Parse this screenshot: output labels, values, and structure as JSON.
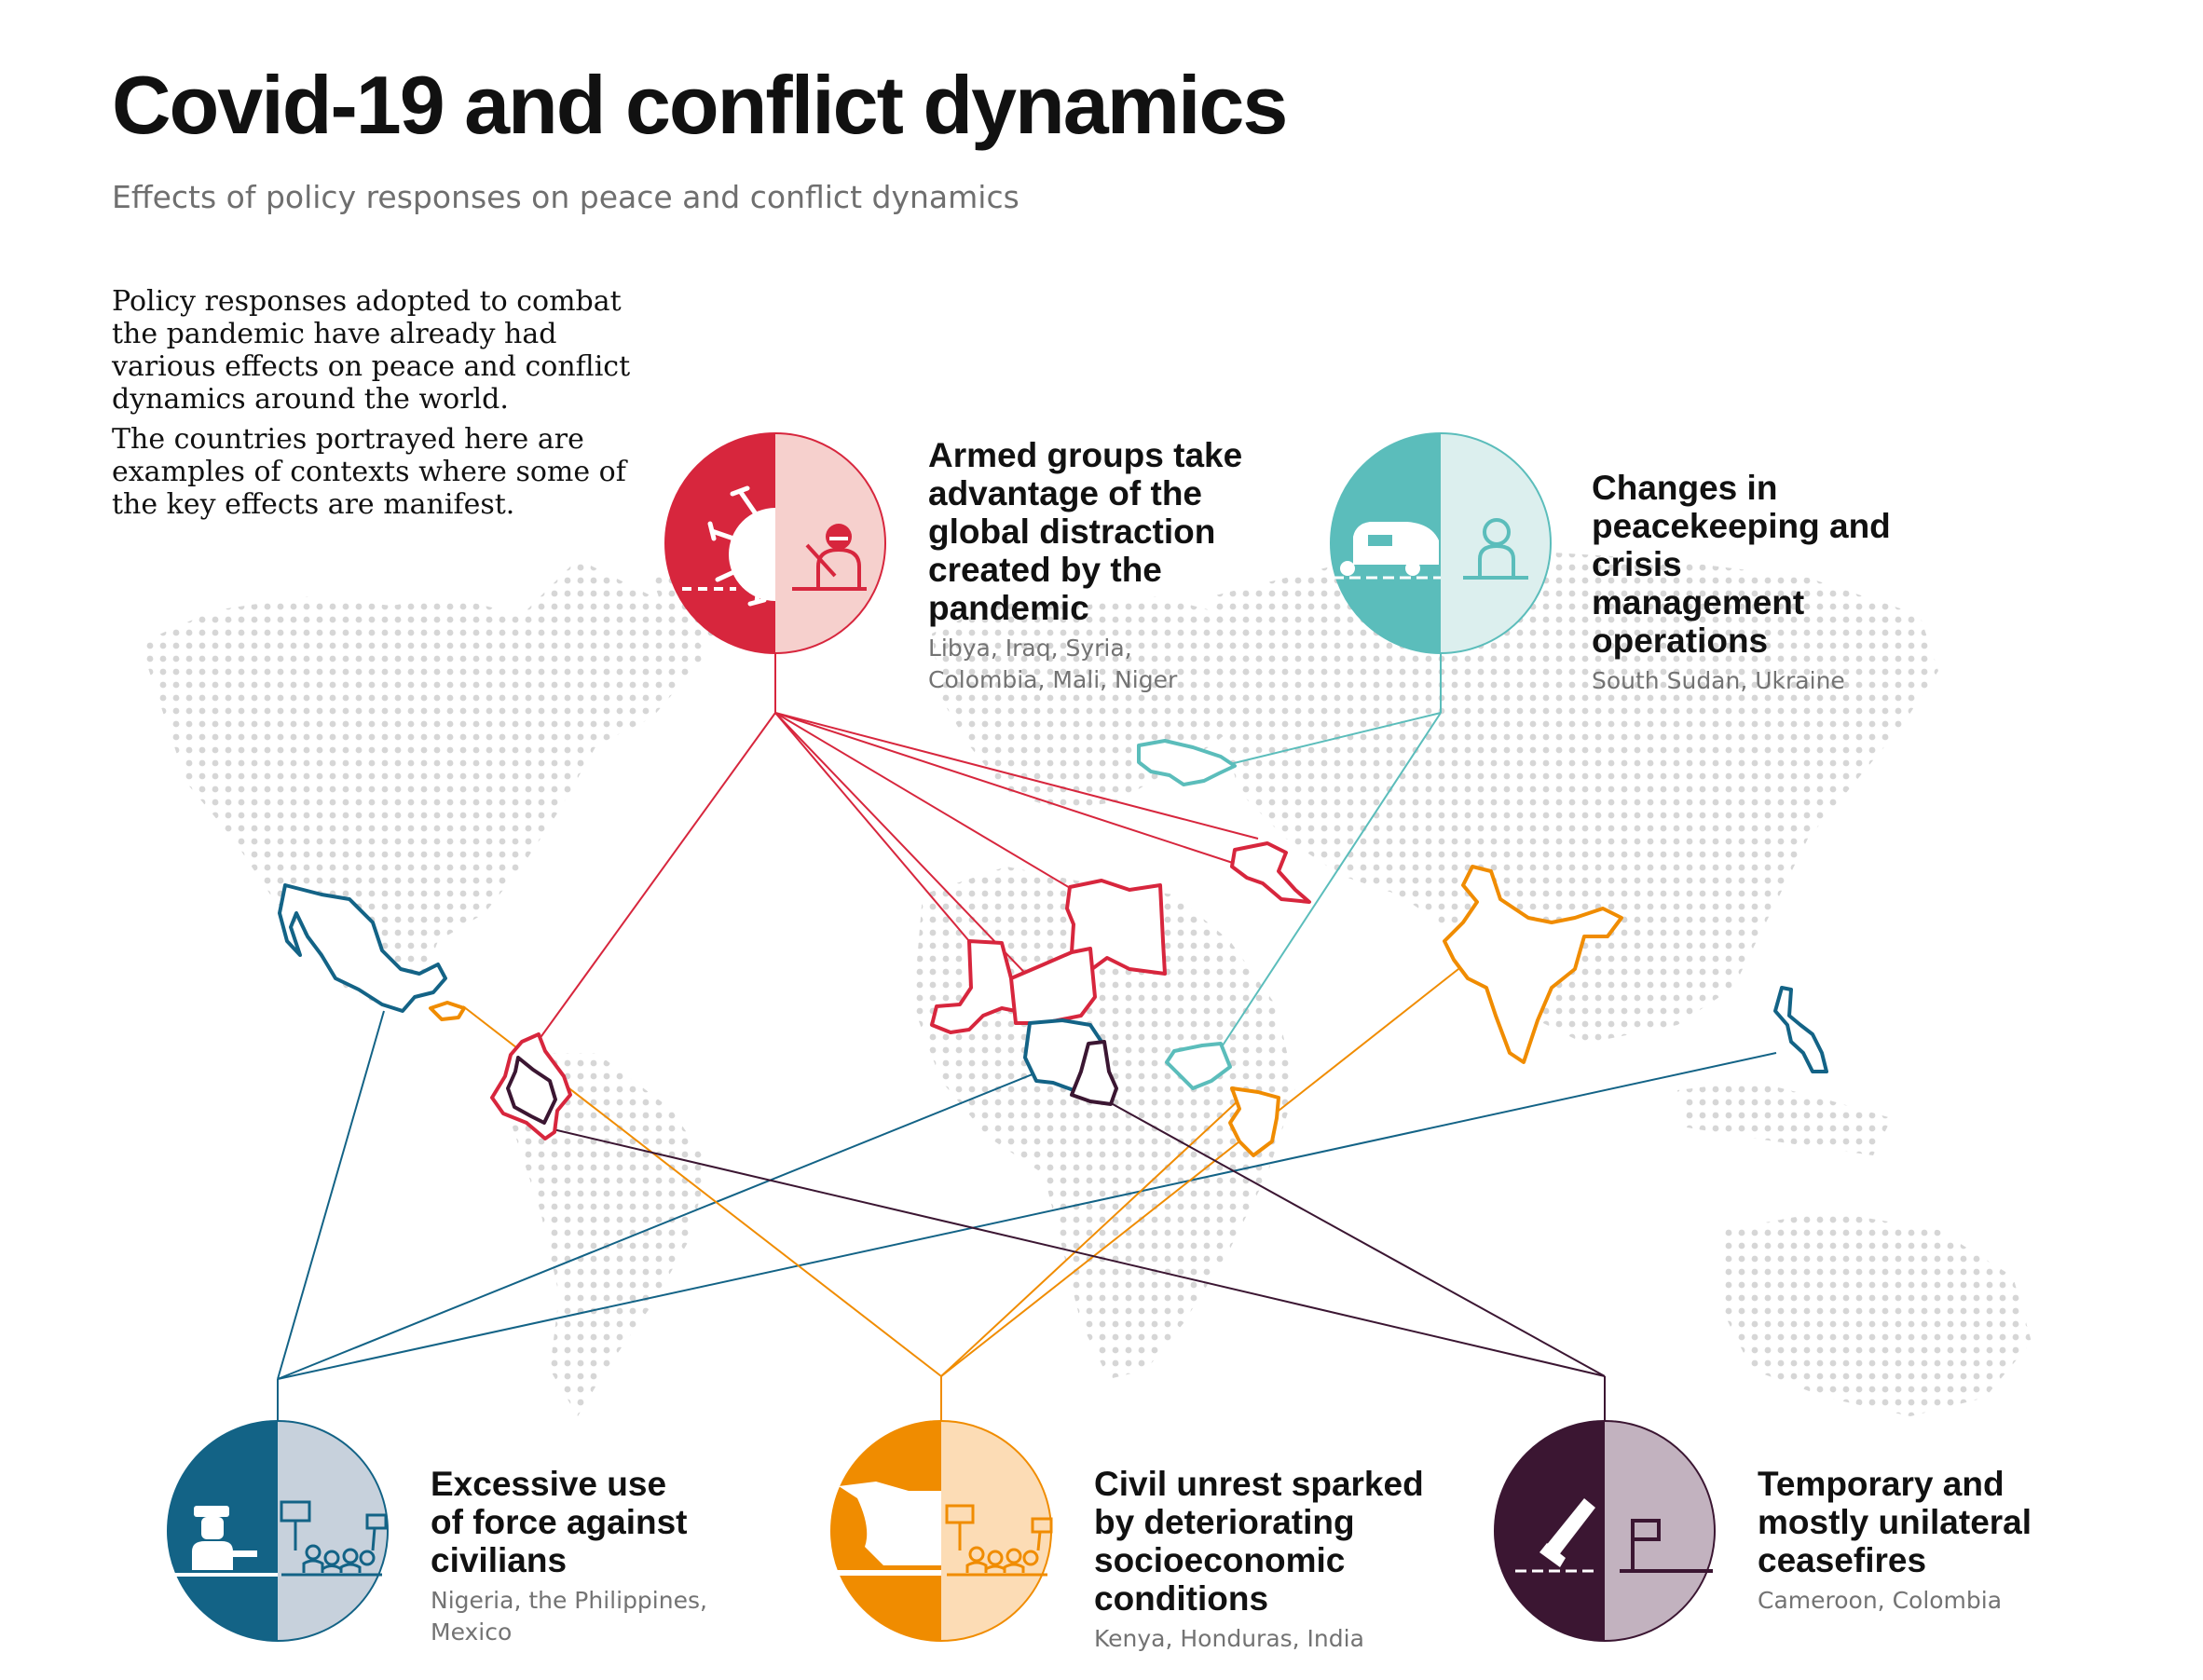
{
  "header": {
    "title": "Covid-19 and conflict dynamics",
    "subtitle": "Effects of policy responses on peace and conflict dynamics"
  },
  "intro": {
    "paragraph_1": "Policy responses adopted to combat the pandemic have already had various effects on peace and conflict dynamics around the world.",
    "paragraph_2": "The countries portrayed here are examples of contexts where some of the key effects are manifest."
  },
  "colors": {
    "armed": "#d7263d",
    "armed_light": "#f6d0cd",
    "peacekeeping": "#5bbdbb",
    "peacekeeping_light": "#dcefee",
    "force": "#136386",
    "force_light": "#c7d1dc",
    "unrest": "#f08c00",
    "unrest_light": "#fcdcb5",
    "ceasefire": "#3b1632",
    "ceasefire_light": "#c2b2bf",
    "map_dots": "#d7d7d7"
  },
  "effects": {
    "armed": {
      "heading": "Armed groups take\nadvantage of the\nglobal distraction\ncreated by the pandemic",
      "countries": "Libya, Iraq, Syria,\nColombia, Mali, Niger",
      "icon": "virus-and-armed-fighter-icon"
    },
    "peacekeeping": {
      "heading": "Changes in\npeacekeeping and crisis\nmanagement operations",
      "countries": "South Sudan, Ukraine",
      "icon": "armored-vehicle-and-peacekeeper-icon"
    },
    "force": {
      "heading": "Excessive use\nof force against\ncivilians",
      "countries": "Nigeria, the Philippines,\nMexico",
      "icon": "police-and-protesters-icon"
    },
    "unrest": {
      "heading": "Civil unrest sparked\nby deteriorating\nsocioeconomic conditions",
      "countries": "Kenya, Honduras, India",
      "icon": "empty-plate-and-protesters-icon"
    },
    "ceasefire": {
      "heading": "Temporary and\nmostly unilateral\nceasefires",
      "countries": "Cameroon, Colombia",
      "icon": "weapon-and-flag-icon"
    }
  }
}
